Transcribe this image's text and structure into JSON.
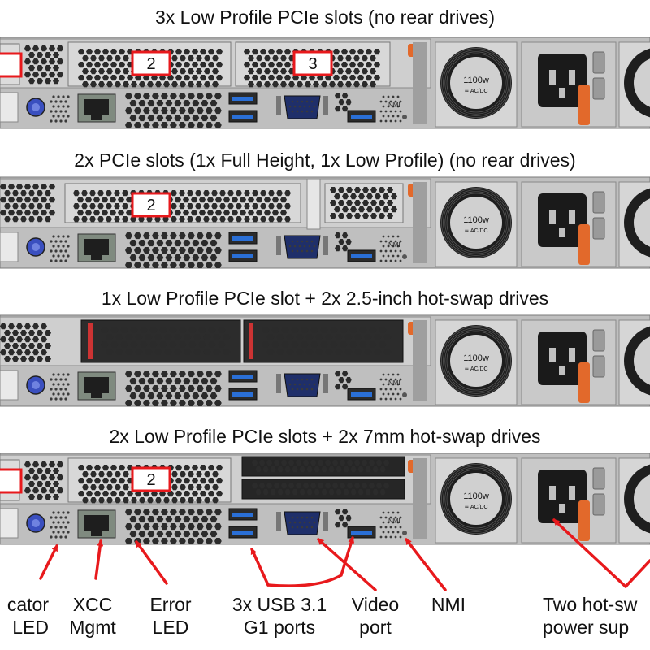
{
  "panels": [
    {
      "title": "3x Low Profile PCIe slots (no rear drives)",
      "type": "lp3",
      "slots": [
        "",
        "2",
        "3"
      ]
    },
    {
      "title": "2x PCIe slots (1x Full Height, 1x Low Profile) (no rear drives)",
      "type": "fh",
      "slots": [
        "2"
      ]
    },
    {
      "title": "1x Low Profile PCIe slot + 2x 2.5-inch hot-swap drives",
      "type": "drives25",
      "slots": []
    },
    {
      "title": "2x Low Profile PCIe slots + 2x 7mm hot-swap drives",
      "type": "drives7",
      "slots": [
        "",
        "2"
      ]
    }
  ],
  "psu_text": {
    "watts": "1100w",
    "sub": "≂ AC/DC"
  },
  "nmi_text": "NMI",
  "callouts": {
    "indicator_led": "cator\nLED",
    "xcc_mgmt": "XCC\nMgmt",
    "error_led": "Error\nLED",
    "usb_ports": "3x USB 3.1\nG1 ports",
    "video_port": "Video\nport",
    "nmi": "NMI",
    "power_supplies": "Two hot-sw\npower sup"
  },
  "colors": {
    "callout": "#e8191c",
    "chassis": "#bfbfbf",
    "dark": "#2a2a2a",
    "orange": "#e2692b",
    "usb_blue": "#2a6fd6",
    "thumbscrew": "#3a4fbf"
  }
}
